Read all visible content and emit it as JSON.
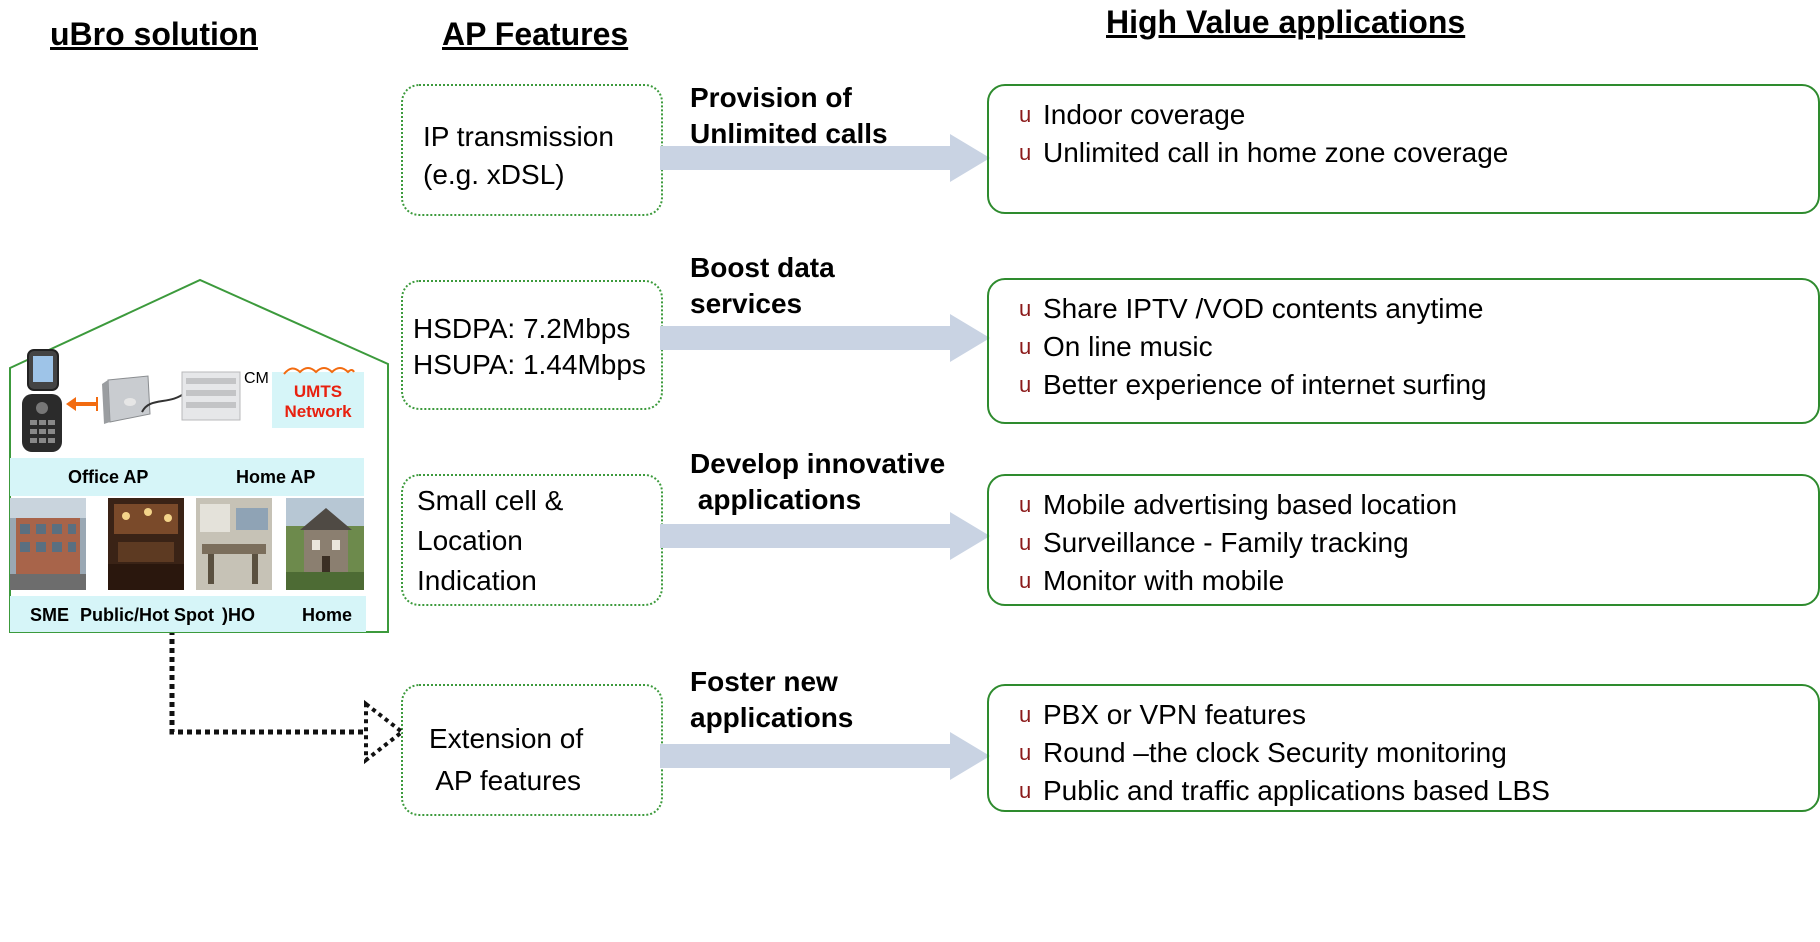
{
  "headings": {
    "ubro": "uBro solution",
    "ap_features": "AP Features",
    "high_value": "High Value applications"
  },
  "rows": [
    {
      "feature_lines": [
        "IP transmission",
        "(e.g. xDSL)"
      ],
      "arrow_label_lines": [
        "Provision of",
        "Unlimited calls"
      ],
      "applications": [
        "Indoor coverage",
        "Unlimited call in home zone coverage"
      ]
    },
    {
      "feature_lines": [
        "HSDPA:  7.2Mbps",
        "HSUPA: 1.44Mbps"
      ],
      "arrow_label_lines": [
        "Boost data",
        "services"
      ],
      "applications": [
        "Share IPTV /VOD contents anytime",
        "On line music",
        "Better experience of internet surfing"
      ]
    },
    {
      "feature_lines": [
        "Small cell &",
        "Location",
        "Indication"
      ],
      "arrow_label_lines": [
        "Develop innovative",
        " applications"
      ],
      "applications": [
        "Mobile advertising based location",
        "Surveillance - Family tracking",
        "Monitor with mobile"
      ]
    },
    {
      "feature_lines": [
        "Extension of",
        " AP features"
      ],
      "arrow_label_lines": [
        "Foster new",
        "applications"
      ],
      "applications": [
        "PBX or VPN features",
        "Round –the clock  Security monitoring",
        "Public and traffic applications based LBS"
      ]
    }
  ],
  "bullet_glyph": "u",
  "house": {
    "cm_label": "CM",
    "umts_line1": "UMTS",
    "umts_line2": "Network",
    "office_ap": "Office AP",
    "home_ap": "Home AP",
    "sme": "SME",
    "public_hot_spot": "Public/Hot Spot",
    "soho": ")HO",
    "home": "Home"
  },
  "colors": {
    "green_border": "#2e8b2e",
    "arrow_fill": "#c9d3e3",
    "bullet": "#8b1a1a",
    "umts_text": "#e8210f",
    "cyan_band": "#d6f5f8",
    "orange_arrow": "#f26b10"
  }
}
